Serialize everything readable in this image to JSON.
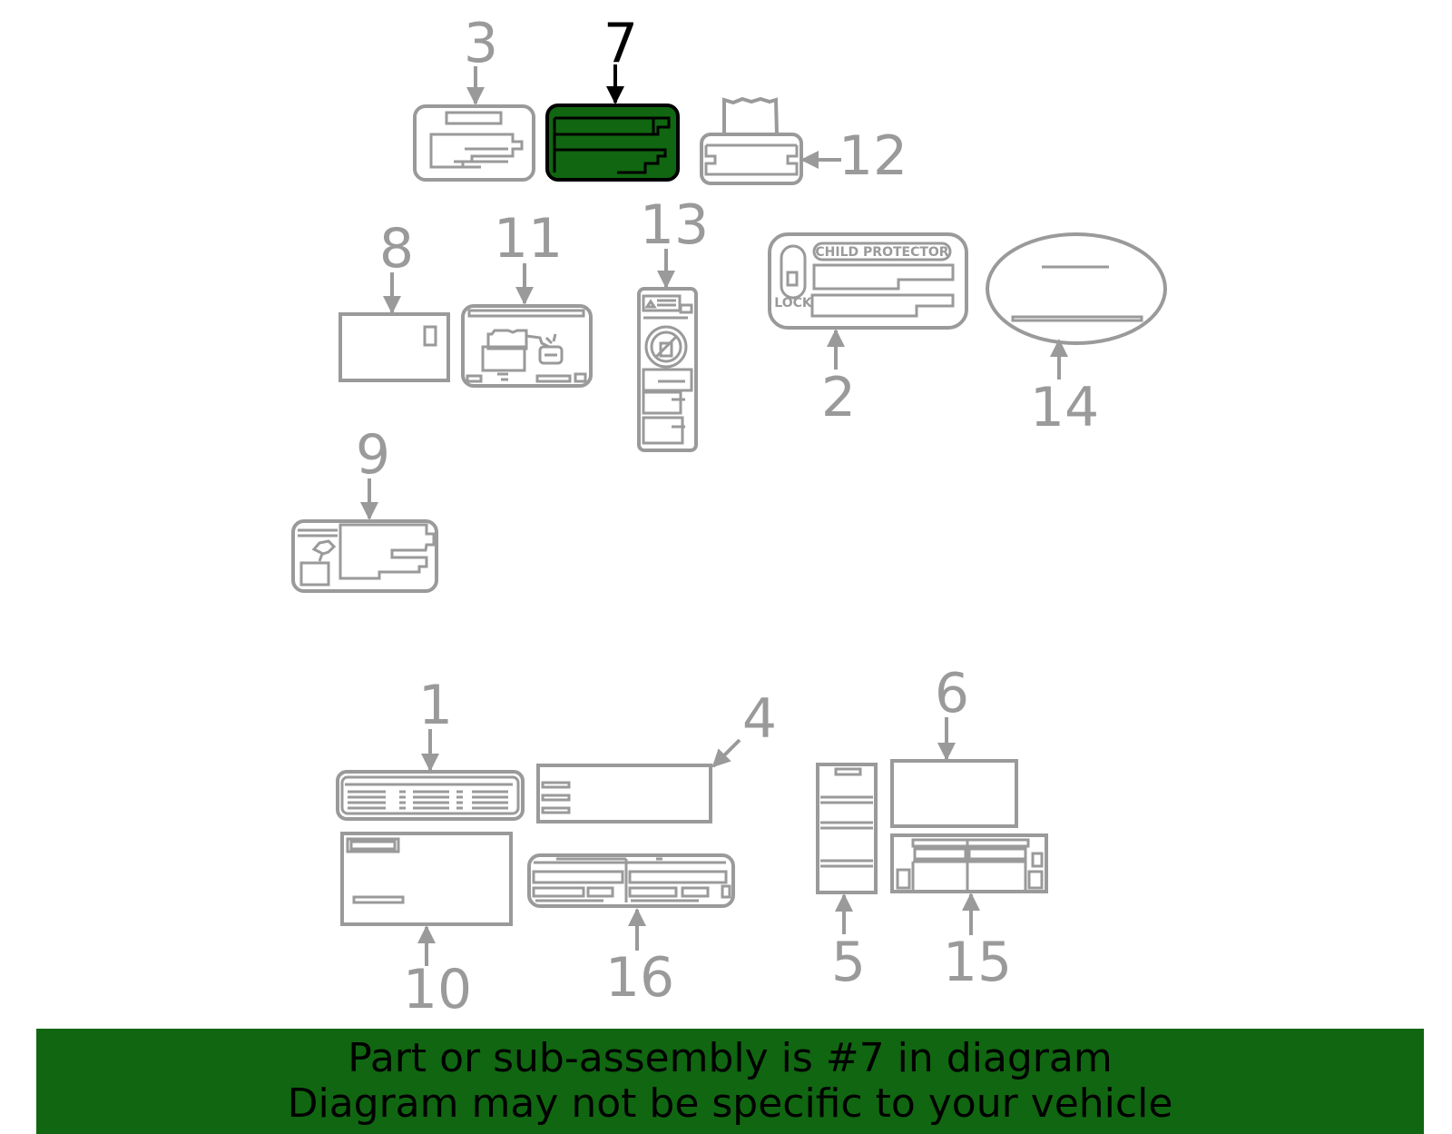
{
  "diagram": {
    "highlighted_part": "7",
    "highlight_color": "#116611",
    "part_color": "#9a9a9a",
    "callouts": {
      "p1": "1",
      "p2": "2",
      "p3": "3",
      "p4": "4",
      "p5": "5",
      "p6": "6",
      "p7": "7",
      "p8": "8",
      "p9": "9",
      "p10": "10",
      "p11": "11",
      "p12": "12",
      "p13": "13",
      "p14": "14",
      "p15": "15",
      "p16": "16"
    },
    "label_texts": {
      "child_protector": "CHILD PROTECTOR",
      "lock": "LOCK"
    }
  },
  "footer": {
    "line1": "Part or sub-assembly is #7 in diagram",
    "line2": "Diagram may not be specific to your vehicle",
    "background": "#116611"
  }
}
